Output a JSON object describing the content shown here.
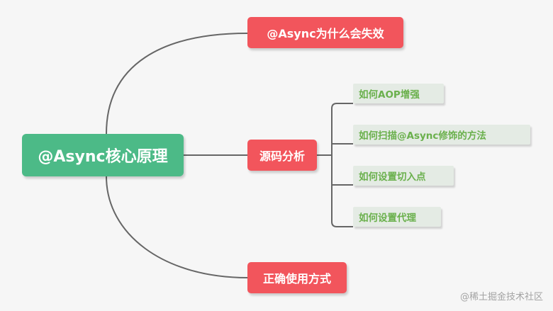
{
  "root": {
    "label": "@Async核心原理"
  },
  "branches": [
    {
      "label": "@Async为什么会失效"
    },
    {
      "label": "源码分析",
      "children": [
        {
          "label": "如何AOP增强"
        },
        {
          "label": "如何扫描@Async修饰的方法"
        },
        {
          "label": "如何设置切入点"
        },
        {
          "label": "如何设置代理"
        }
      ]
    },
    {
      "label": "正确使用方式"
    }
  ],
  "watermark": "@稀土掘金技术社区",
  "colors": {
    "root": "#4cba87",
    "branch": "#f2555c",
    "leaf_bg": "#e4ebe4",
    "leaf_text": "#6ab04c",
    "connector": "#666666"
  }
}
